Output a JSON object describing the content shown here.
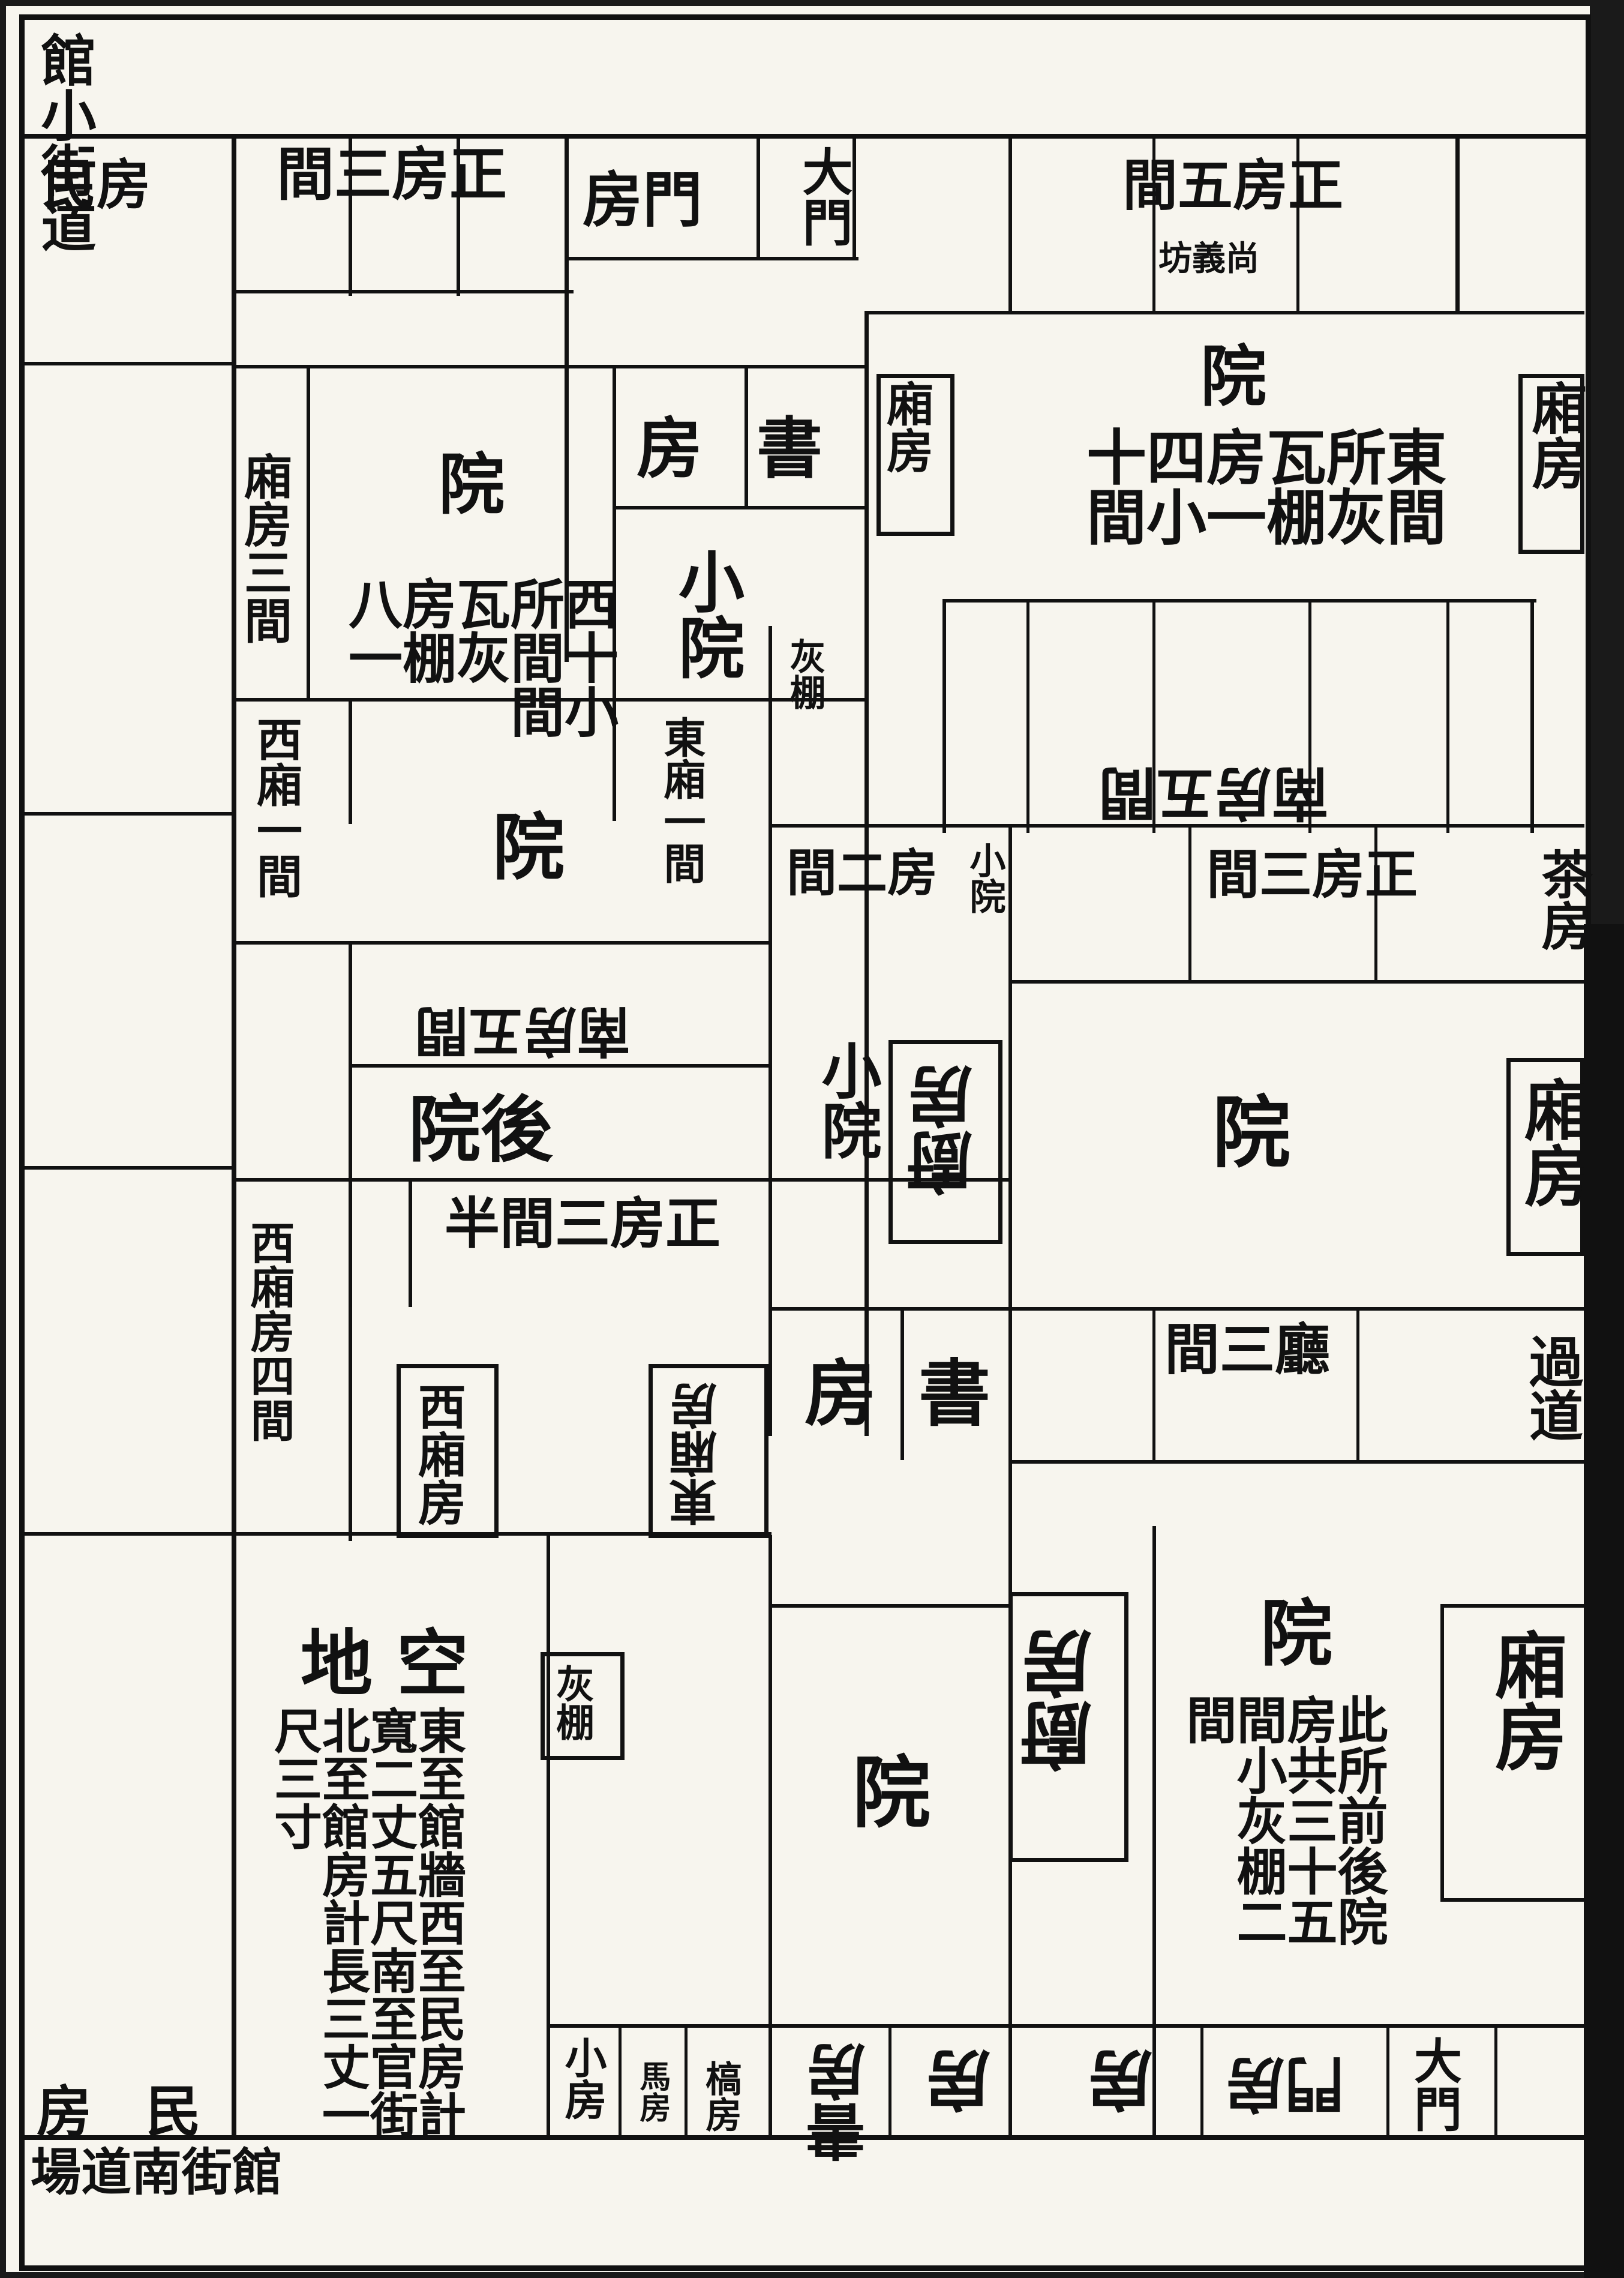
{
  "top_border_label": "館小街道",
  "bottom_border_label": "館街南道場",
  "labels": {
    "min_fang_tl": "民房",
    "zheng_fang_3": "正房三間",
    "men_fang": "門房",
    "da_men_1": "大門",
    "zheng_fang_5": "正房五間",
    "shang_yi": "尚義坊",
    "xiang_fang_r1": "廂房",
    "dong_suo": "東所瓦房四十間灰棚一小間",
    "yuan_e": "院",
    "shu_fang_1": "書房",
    "xiang_fang_small": "廂房",
    "xi_suo": "西所瓦房八十間灰棚一小間",
    "yuan_w": "院",
    "xiang_fang_3": "廂房三間",
    "xiao_yuan_1": "小院",
    "hui_peng": "灰棚",
    "nan_fang_5": "南房五間",
    "xi_xiang_1": "西廂一間",
    "dong_xiang_1": "東廂一間",
    "yuan_c": "院",
    "fang_2": "房二間",
    "xiao_yuan_2": "小院",
    "zheng_fang_3b": "正房三間",
    "jiao_fang": "茶房",
    "nan_fang_5b": "南房五間",
    "hou_yuan": "後院",
    "xiao_yuan_3": "小院",
    "chu_fang": "廚房",
    "yuan_m": "院",
    "xiang_fang_r2": "廂房",
    "zheng_fang_35": "正房三間半",
    "xi_xiang_4": "西廂房四間",
    "xi_xiang_fang": "西廂房",
    "dong_xiang_fang": "東廂房",
    "shu_fang_2": "書房",
    "ting_3": "廳三間",
    "guo_dao": "過道",
    "kong_di": "空地",
    "kong_di_note": "東至館牆西至民房計寬二丈五尺南至官街北至館房計長三丈一尺三寸",
    "hui_peng_2": "灰棚",
    "yuan_s": "院",
    "chu_fang_2": "廚房",
    "yuan_se": "院",
    "ci_suo": "此所前後院房共三十五間小灰棚二間",
    "xiang_fang_r3": "廂房",
    "min_fang_bl": "民房",
    "xiao_fang": "小房",
    "ma_fang": "馬房",
    "fang_b1": "書房",
    "fang_b2": "房",
    "fang_b3": "房",
    "men_b": "門房",
    "da_men_b": "大門",
    "gao_fang": "槁房"
  }
}
